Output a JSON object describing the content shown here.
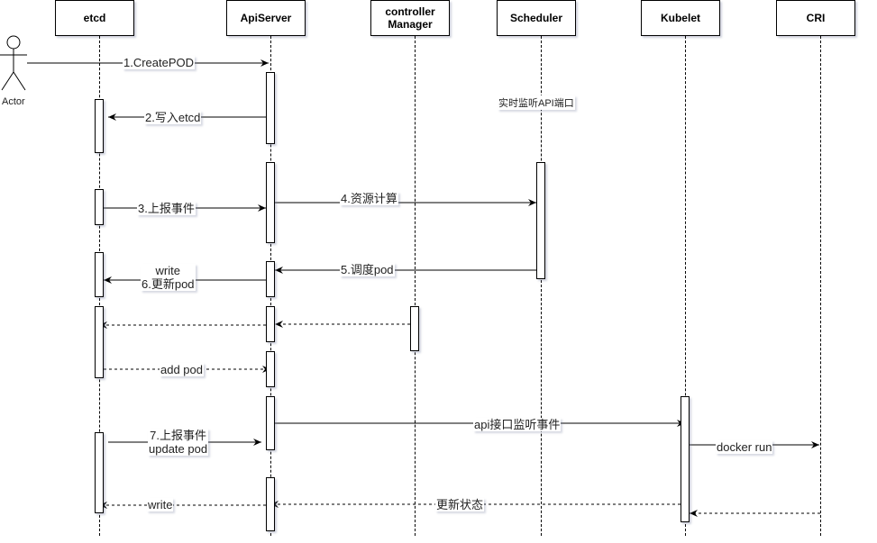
{
  "participants": [
    {
      "id": "etcd",
      "label": "etcd"
    },
    {
      "id": "apiserver",
      "label": "ApiServer"
    },
    {
      "id": "controller",
      "label": "controller\nManager"
    },
    {
      "id": "scheduler",
      "label": "Scheduler"
    },
    {
      "id": "kubelet",
      "label": "Kubelet"
    },
    {
      "id": "cri",
      "label": "CRI"
    }
  ],
  "actor": {
    "label": "Actor"
  },
  "note": "实时监听API端口",
  "messages": [
    {
      "id": "m1",
      "label": "1.CreatePOD",
      "style": "solid"
    },
    {
      "id": "m2",
      "label": "2.写入etcd",
      "style": "solid"
    },
    {
      "id": "m3",
      "label": "3.上报事件",
      "style": "solid"
    },
    {
      "id": "m4",
      "label": "4.资源计算",
      "style": "solid"
    },
    {
      "id": "m5",
      "label": "5.调度pod",
      "style": "solid"
    },
    {
      "id": "m6",
      "label": "write\n6.更新pod",
      "style": "solid"
    },
    {
      "id": "m7",
      "label": "",
      "style": "dashed"
    },
    {
      "id": "m8",
      "label": "",
      "style": "dashed"
    },
    {
      "id": "m9",
      "label": "add pod",
      "style": "dashed"
    },
    {
      "id": "m10",
      "label": "api接口监听事件",
      "style": "solid"
    },
    {
      "id": "m11",
      "label": "7.上报事件\nupdate pod",
      "style": "solid"
    },
    {
      "id": "m12",
      "label": "docker run",
      "style": "solid"
    },
    {
      "id": "m13",
      "label": "更新状态",
      "style": "dashed"
    },
    {
      "id": "m14",
      "label": "write",
      "style": "dashed"
    },
    {
      "id": "m15",
      "label": "",
      "style": "dashed"
    }
  ]
}
